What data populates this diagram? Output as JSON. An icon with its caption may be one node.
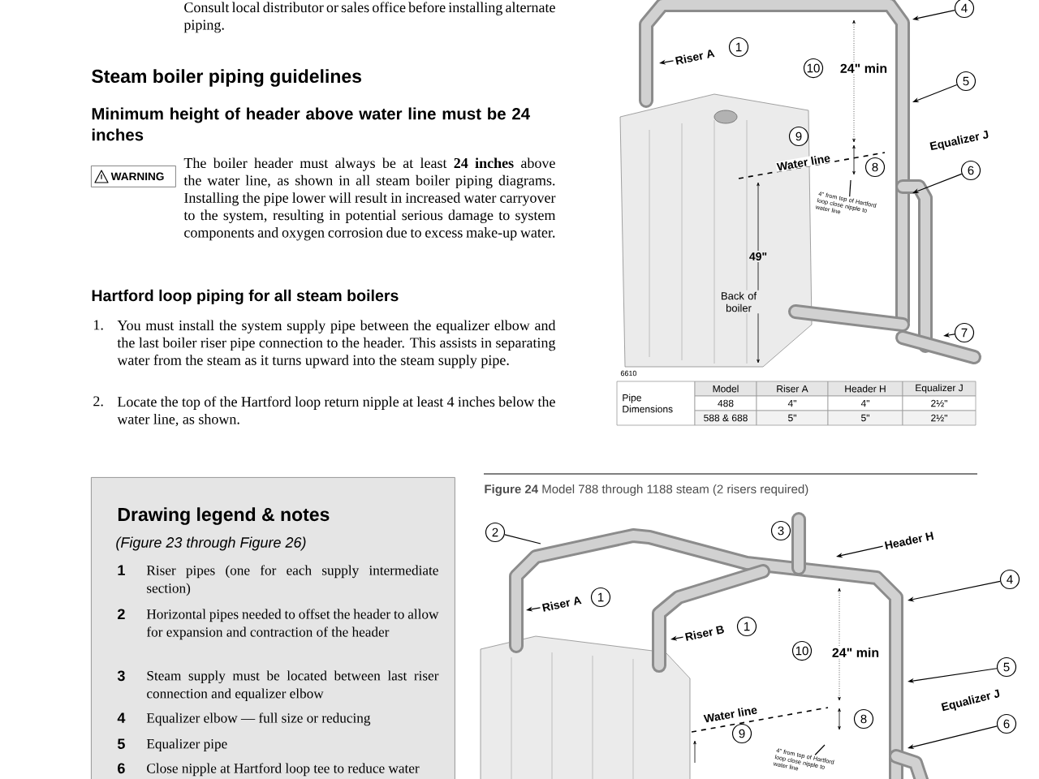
{
  "diagram": {
    "nodes": [
      {
        "text": [
          "WARNING"
        ]
      },
      {
        "text": [
          "Riser A"
        ]
      },
      {
        "text": [
          "1"
        ]
      },
      {
        "text": [
          "4"
        ]
      },
      {
        "text": [
          "10"
        ]
      },
      {
        "text": [
          "5"
        ]
      },
      {
        "text": [
          "6"
        ]
      },
      {
        "text": [
          "9"
        ]
      },
      {
        "text": [
          "8"
        ]
      },
      {
        "text": [
          "4\" from top of Hartford loop close nipple to water line"
        ]
      },
      {
        "text": [
          "7"
        ]
      },
      {
        "text": [
          "Drawing legend & notes",
          "(Figure 23 through Figure 26)",
          "1",
          "Riser pipes (one for each supply intermediate section)",
          "2",
          "Horizontal pipes needed to offset the header to allow for expansion and contraction of the header",
          "3",
          "Steam supply must be located between last riser connection and equalizer elbow",
          "4",
          "Equalizer elbow — full size or reducing",
          "5",
          "Equalizer pipe",
          "6",
          "Close nipple at Hartford loop tee to reduce water"
        ]
      },
      {
        "text": [
          "2"
        ]
      },
      {
        "text": [
          "3"
        ]
      },
      {
        "text": [
          "Header H"
        ]
      },
      {
        "text": [
          "4"
        ]
      },
      {
        "text": [
          "Riser A"
        ]
      },
      {
        "text": [
          "1"
        ]
      },
      {
        "text": [
          "Riser B"
        ]
      },
      {
        "text": [
          "1"
        ]
      },
      {
        "text": [
          "10"
        ]
      },
      {
        "text": [
          "5"
        ]
      },
      {
        "text": [
          "6"
        ]
      },
      {
        "text": [
          "9"
        ]
      },
      {
        "text": [
          "8"
        ]
      },
      {
        "text": [
          "4\" from top of Hartford loop close nipple to water line"
        ]
      }
    ],
    "edges": [
      {
        "from": 1,
        "to": null,
        "arrow": "to"
      },
      {
        "from": 3,
        "to": null,
        "arrow": "to"
      },
      {
        "from": 5,
        "to": null,
        "arrow": "to"
      },
      {
        "from": 6,
        "to": null,
        "arrow": "to"
      },
      {
        "from": 9,
        "to": null,
        "arrow": "none"
      },
      {
        "from": 10,
        "to": null,
        "arrow": "to"
      },
      {
        "from": 12,
        "to": null,
        "arrow": "none"
      },
      {
        "from": 14,
        "to": null,
        "arrow": "to"
      },
      {
        "from": 15,
        "to": null,
        "arrow": "to"
      },
      {
        "from": 16,
        "to": null,
        "arrow": "to"
      },
      {
        "from": 18,
        "to": null,
        "arrow": "to"
      },
      {
        "from": 21,
        "to": null,
        "arrow": "to"
      },
      {
        "from": 22,
        "to": null,
        "arrow": "to"
      },
      {
        "from": 25,
        "to": null,
        "arrow": "none"
      }
    ],
    "labels": [
      "Consult local distributor or sales office before installing alternate piping.",
      "Steam boiler piping guidelines",
      "Minimum height of header above water line must be 24 inches",
      "The boiler header must always be at least **24 inches** above the water line, as shown in all steam boiler piping diagrams. Installing the pipe lower will result in increased water carryover to the system, resulting in potential serious damage to system components and oxygen corrosion due to excess make-up water.",
      "Hartford loop piping for all steam boilers",
      "1.",
      "You must install the system supply pipe between the equalizer elbow and the last boiler riser pipe connection to the header. This assists in separating water from the steam as it turns upward into the steam supply pipe.",
      "2.",
      "Locate the top of the Hartford loop return nipple at least 4 inches below the water line, as shown.",
      "24\" min",
      "Equalizer J",
      "Water line",
      "49\"",
      "Back of boiler",
      "6610",
      "Pipe Dimensions",
      "Model",
      "Riser A",
      "Header H",
      "Equalizer J",
      "488",
      "4\"",
      "4\"",
      "2½\"",
      "588 & 688",
      "5\"",
      "5\"",
      "2½\"",
      "**Figure 24** Model 788 through 1188 steam (2 risers required)",
      "24\" min",
      "Equalizer J",
      "Water line"
    ]
  }
}
